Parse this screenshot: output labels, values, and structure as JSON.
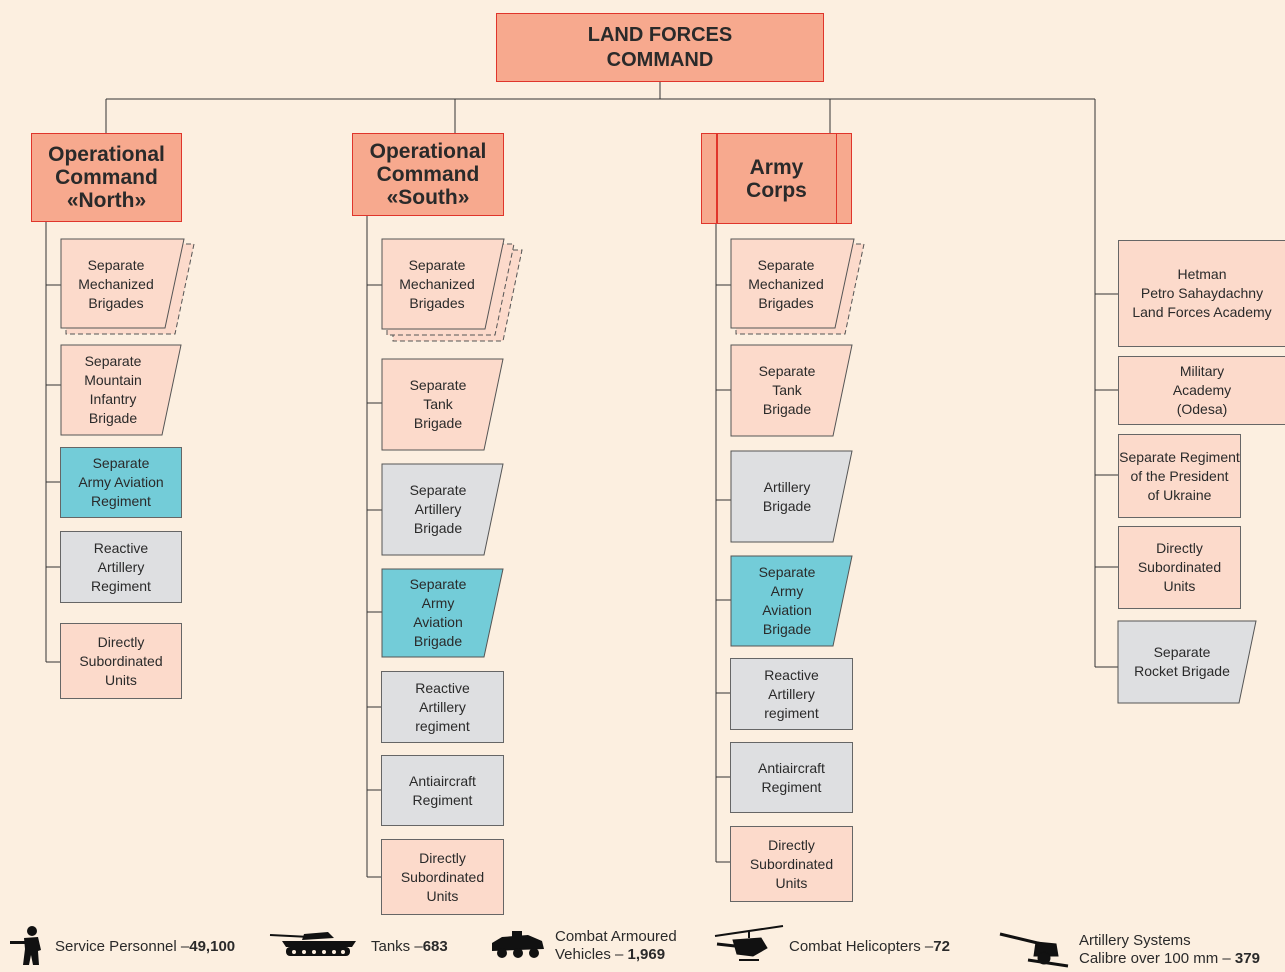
{
  "root": {
    "label": "LAND FORCES\nCOMMAND"
  },
  "commands": {
    "north": {
      "label": "Operational\nCommand\n«North»",
      "units": [
        {
          "label": "Separate\nMechanized\nBrigades"
        },
        {
          "label": "Separate\nMountain\nInfantry\nBrigade"
        },
        {
          "label": "Separate\nArmy Aviation\nRegiment"
        },
        {
          "label": "Reactive\nArtillery\nRegiment"
        },
        {
          "label": "Directly\nSubordinated\nUnits"
        }
      ]
    },
    "south": {
      "label": "Operational\nCommand\n«South»",
      "units": [
        {
          "label": "Separate\nMechanized\nBrigades"
        },
        {
          "label": "Separate\nTank\nBrigade"
        },
        {
          "label": "Separate\nArtillery\nBrigade"
        },
        {
          "label": "Separate\nArmy\nAviation\nBrigade"
        },
        {
          "label": "Reactive\nArtillery\nregiment"
        },
        {
          "label": "Antiaircraft\nRegiment"
        },
        {
          "label": "Directly\nSubordinated\nUnits"
        }
      ]
    },
    "corps": {
      "label": "Army\nCorps",
      "units": [
        {
          "label": "Separate\nMechanized\nBrigades"
        },
        {
          "label": "Separate\nTank\nBrigade"
        },
        {
          "label": "Artillery\nBrigade"
        },
        {
          "label": "Separate\nArmy\nAviation\nBrigade"
        },
        {
          "label": "Reactive\nArtillery\nregiment"
        },
        {
          "label": "Antiaircraft\nRegiment"
        },
        {
          "label": "Directly\nSubordinated\nUnits"
        }
      ]
    },
    "direct": {
      "units": [
        {
          "label": "Hetman\nPetro Sahaydachny\nLand Forces Academy"
        },
        {
          "label": "Military\nAcademy\n(Odesa)"
        },
        {
          "label": "Separate Regiment\nof the President\nof Ukraine"
        },
        {
          "label": "Directly\nSubordinated\nUnits"
        },
        {
          "label": "Separate\nRocket Brigade"
        }
      ]
    }
  },
  "legend": {
    "personnel": {
      "label": "Service Personnel – ",
      "value": "49,100",
      "icon": "soldier-icon"
    },
    "tanks": {
      "label": "Tanks – ",
      "value": "683",
      "icon": "tank-icon"
    },
    "armoured": {
      "label_line1": "Combat Armoured",
      "label_line2": "Vehicles – ",
      "value": "1,969",
      "icon": "armoured-vehicle-icon"
    },
    "helicopters": {
      "label": "Combat Helicopters – ",
      "value": "72",
      "icon": "helicopter-icon"
    },
    "artillery": {
      "label_line1": "Artillery Systems",
      "label_line2": "Calibre over 100 mm  – ",
      "value": "379",
      "icon": "artillery-icon"
    }
  },
  "colors": {
    "background": "#fcefe0",
    "command_fill": "#f7a98e",
    "command_border": "#e0352b",
    "unit_pink": "#fcdacb",
    "unit_gray": "#dedfe1",
    "unit_cyan": "#73ccd8"
  }
}
